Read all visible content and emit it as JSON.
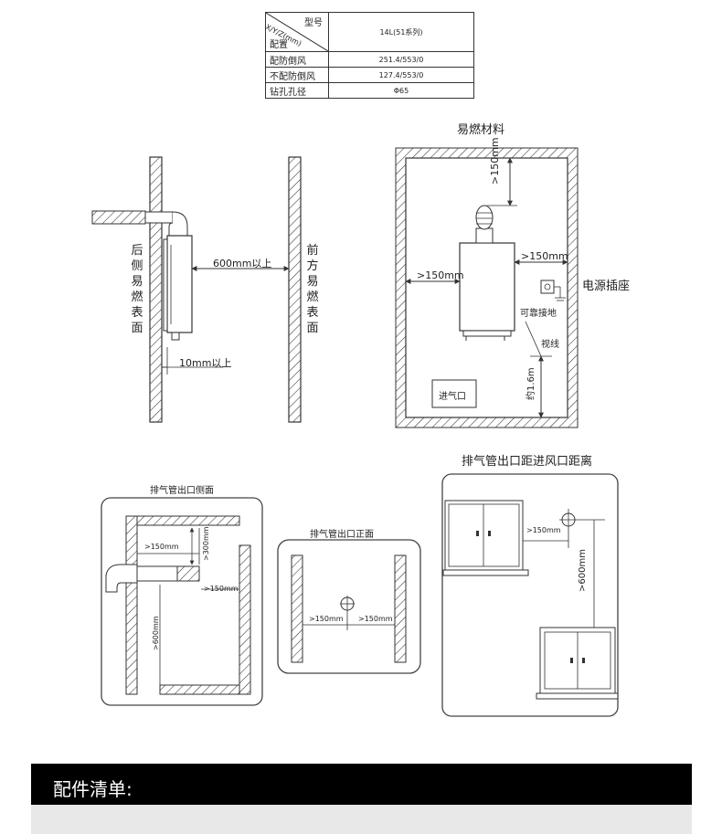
{
  "spec_table": {
    "header_model": "型号",
    "header_xyz": "X/Y/Z(mm)",
    "header_config": "配置",
    "header_value": "14L(51系列)",
    "rows": [
      {
        "label": "配防倒风",
        "value": "251.4/553/0"
      },
      {
        "label": "不配防倒风",
        "value": "127.4/553/0"
      },
      {
        "label": "钻孔孔径",
        "value": "Φ65"
      }
    ]
  },
  "side_view": {
    "rear_surface": [
      "后",
      "侧",
      "易",
      "燃",
      "表",
      "面"
    ],
    "front_surface": [
      "前",
      "方",
      "易",
      "燃",
      "表",
      "面"
    ],
    "dist_front": "600mm以上",
    "dist_rear": "10mm以上"
  },
  "room_view": {
    "title": "易燃材料",
    "top_gap": ">150mm",
    "left_gap": ">150mm",
    "right_gap": ">150mm",
    "socket": "电源插座",
    "ground": "可靠接地",
    "sight": "视线",
    "height": "约1.6m",
    "air_inlet": "进气口"
  },
  "exhaust_side": {
    "title": "排气管出口侧面",
    "d1": ">150mm",
    "d2": ">300mm",
    "d3": ">150mm",
    "d4": ">600mm"
  },
  "exhaust_front": {
    "title": "排气管出口正面",
    "left": ">150mm",
    "right": ">150mm"
  },
  "exhaust_inlet": {
    "title": "排气管出口距进风口距离",
    "d1": ">150mm",
    "d2": ">600mm"
  },
  "footer": {
    "title": "配件清单:"
  }
}
